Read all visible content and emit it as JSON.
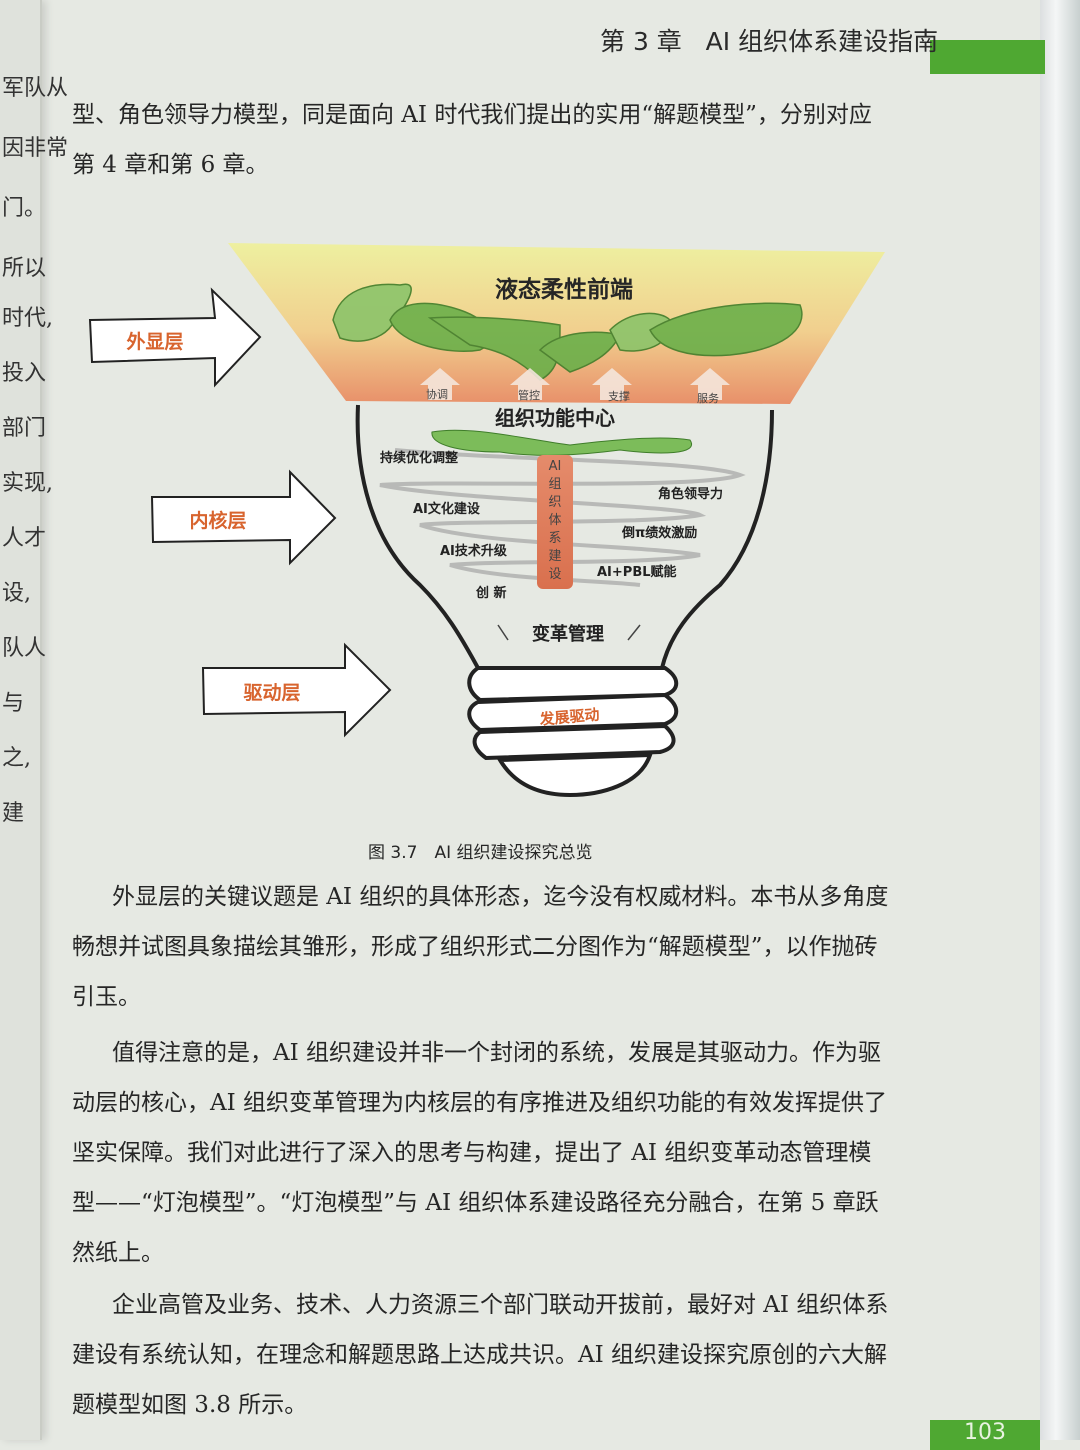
{
  "header": {
    "chapter": "第 3 章",
    "title": "AI 组织体系建设指南"
  },
  "left_page_fragments": [
    "军队从",
    "因非常",
    "门。",
    "所以",
    "时代,",
    "投入",
    "部门",
    "实现,",
    "人才",
    "设,",
    "队人",
    "与",
    "之,",
    "建"
  ],
  "intro_text": [
    "型、角色领导力模型，同是面向 AI 时代我们提出的实用“解题模型”，分别对应",
    "第 4 章和第 6 章。"
  ],
  "figure": {
    "layers": {
      "outer": "外显层",
      "inner": "内核层",
      "drive": "驱动层"
    },
    "top_title": "液态柔性前端",
    "arrows": [
      "协调",
      "管控",
      "支撑",
      "服务"
    ],
    "center_title": "组织功能中心",
    "left_items": [
      "持续优化调整",
      "AI文化建设",
      "AI技术升级",
      "创 新"
    ],
    "right_items": [
      "角色领导力",
      "倒π绩效激励",
      "AI+PBL赋能"
    ],
    "pillar": [
      "AI",
      "组",
      "织",
      "体",
      "系",
      "建",
      "设"
    ],
    "base_title": "变革管理",
    "screw_label": "发展驱动",
    "colors": {
      "green": "#5ea43c",
      "orange": "#e8906a",
      "yellow": "#eef0a0",
      "layer_text": "#d8642e"
    }
  },
  "caption": "图 3.7　AI 组织建设探究总览",
  "paragraphs": [
    [
      "外显层的关键议题是 AI 组织的具体形态，迄今没有权威材料。本书从多角度",
      "畅想并试图具象描绘其雏形，形成了组织形式二分图作为“解题模型”，以作抛砖",
      "引玉。"
    ],
    [
      "值得注意的是，AI 组织建设并非一个封闭的系统，发展是其驱动力。作为驱",
      "动层的核心，AI 组织变革管理为内核层的有序推进及组织功能的有效发挥提供了",
      "坚实保障。我们对此进行了深入的思考与构建，提出了 AI 组织变革动态管理模",
      "型——“灯泡模型”。“灯泡模型”与 AI 组织体系建设路径充分融合，在第 5 章跃",
      "然纸上。"
    ],
    [
      "企业高管及业务、技术、人力资源三个部门联动开拔前，最好对 AI 组织体系",
      "建设有系统认知，在理念和解题思路上达成共识。AI 组织建设探究原创的六大解",
      "题模型如图 3.8 所示。"
    ]
  ],
  "page_number": "103"
}
